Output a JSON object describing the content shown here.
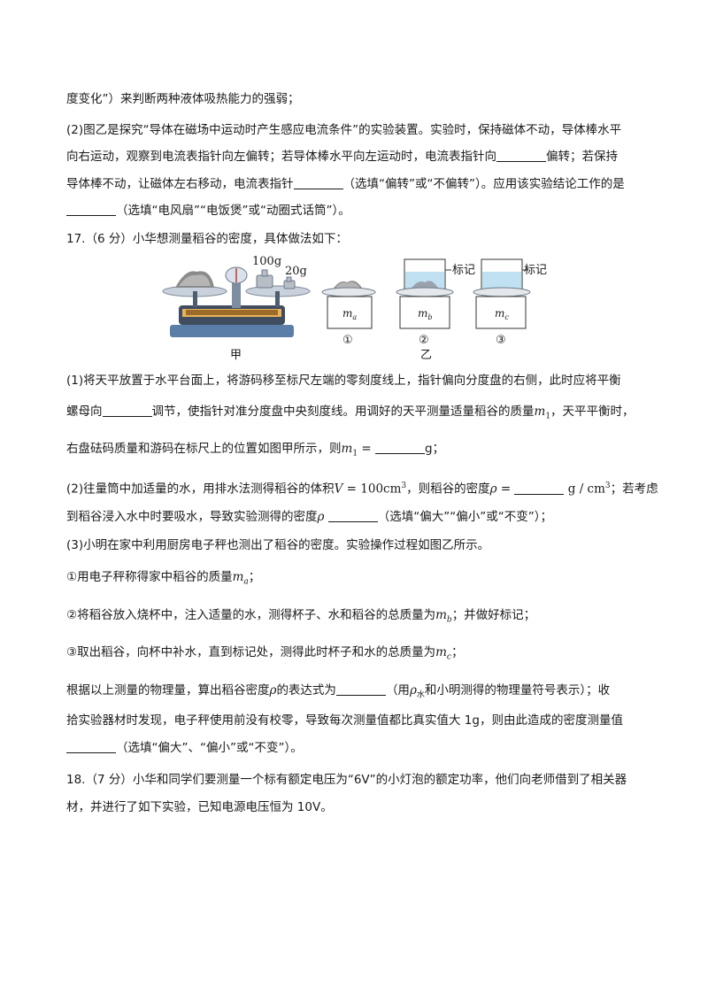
{
  "lines": {
    "l1": "度变化”）来判断两种液体吸热能力的强弱；",
    "l2": "(2)图乙是探究“导体在磁场中运动时产生感应电流条件”的实验装置。实验时，保持磁体不动，导体棒水平",
    "l3a": "向右运动，观察到电流表指针向左偏转；若导体棒水平向左运动时，电流表指针向",
    "l3b": "偏转；若保持",
    "l4a": "导体棒不动，让磁体左右移动，电流表指针",
    "l4b": "（选填“偏转”或“不偏转”）。应用该实验结论工作的是",
    "l5": "（选填“电风扇”“电饭煲”或“动圈式话筒”）。",
    "q17": "17.（6 分）小华想测量稻谷的密度，具体做法如下：",
    "p1a": "(1)将天平放置于水平台面上，将游码移至标尺左端的零刻度线上，指针偏向分度盘的右侧，此时应将平衡",
    "p1b1": "螺母向",
    "p1b2": "调节，使指针对准分度盘中央刻度线。用调好的天平测量适量稻谷的质量",
    "p1b3": "，天平平衡时，",
    "p1c1": "右盘砝码质量和游码在标尺上的位置如图甲所示，则",
    "p1c2": "g；",
    "p2a1": "(2)往量筒中加适量的水，用排水法测得稻谷的体积",
    "p2a2": "，则稻谷的密度",
    "p2a3": "；若考虑",
    "p2b1": "到稻谷浸入水中时要吸水，导致实验测得的密度",
    "p2b2": "（选填“偏大”“偏小”或“不变”）；",
    "p3": "(3)小明在家中利用厨房电子秤也测出了稻谷的密度。实验操作过程如图乙所示。",
    "s1": "①用电子秤称得家中稻谷的质量",
    "s2": "②将稻谷放入烧杯中，注入适量的水，测得杯子、水和稻谷的总质量为",
    "s2b": "；并做好标记；",
    "s3": "③取出稻谷，向杯中补水，直到标记处，测得此时杯子和水的总质量为",
    "r1a": "根据以上测量的物理量，算出稻谷密度",
    "r1b": "的表达式为",
    "r1c": "（用",
    "r1d": "和小明测得的物理量符号表示）；收",
    "r2": "拾实验器材时发现，电子秤使用前没有校零，导致每次测量值都比真实值大 1g，则由此造成的密度测量值",
    "r3": "（选填“偏大”、“偏小”或“不变”）。",
    "q18a": "18.（7 分）小华和同学们要测量一个标有额定电压为“6V”的小灯泡的额定功率，他们向老师借到了相关器",
    "q18b": "材，并进行了如下实验，已知电源电压恒为 10V。"
  },
  "math": {
    "m": "m",
    "sub1": "1",
    "m1eq": " = ",
    "V": "V",
    "Veq": " = 100cm",
    "cube": "3",
    "rho": "ρ",
    "rhoeq": " = ",
    "unit": " g / cm",
    "a": "a",
    "b": "b",
    "c": "c",
    "semi": "；",
    "water": "水"
  },
  "figure": {
    "weight_100": "100g",
    "weight_20": "20g",
    "label_jia": "甲",
    "label_yi": "乙",
    "mark": "标记",
    "n1": "①",
    "n2": "②",
    "n3": "③",
    "ma": "m",
    "ma_sub": "a",
    "mb": "m",
    "mb_sub": "b",
    "mc": "m",
    "mc_sub": "c"
  }
}
